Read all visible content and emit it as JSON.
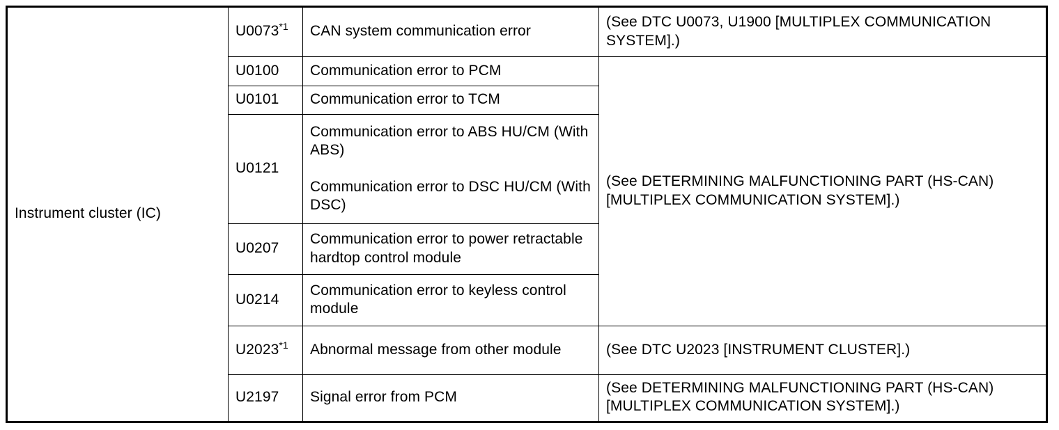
{
  "table": {
    "system_label": "Instrument cluster (IC)",
    "rows": [
      {
        "code": "U0073",
        "code_sup": "*1",
        "description": "CAN system communication error",
        "action": "(See DTC U0073, U1900 [MULTIPLEX COMMUNICATION SYSTEM].)"
      },
      {
        "code": "U0100",
        "code_sup": "",
        "description": "Communication error to PCM",
        "action": ""
      },
      {
        "code": "U0101",
        "code_sup": "",
        "description": "Communication error to TCM",
        "action": ""
      },
      {
        "code": "U0121",
        "code_sup": "",
        "description_line_1": "Communication error to ABS HU/CM (With ABS)",
        "description_line_2": "Communication error to DSC HU/CM (With DSC)",
        "action": ""
      },
      {
        "code": "U0207",
        "code_sup": "",
        "description": "Communication error to power retractable hardtop control module",
        "action": ""
      },
      {
        "code": "U0214",
        "code_sup": "",
        "description": "Communication error to keyless control module",
        "action": ""
      },
      {
        "code": "U2023",
        "code_sup": "*1",
        "description": "Abnormal message from other module",
        "action": "(See DTC U2023 [INSTRUMENT CLUSTER].)"
      },
      {
        "code": "U2197",
        "code_sup": "",
        "description": "Signal error from PCM",
        "action": "(See DETERMINING MALFUNCTIONING PART (HS-CAN) [MULTIPLEX COMMUNICATION SYSTEM].)"
      }
    ],
    "merged_action_hs_can": "(See DETERMINING MALFUNCTIONING PART (HS-CAN) [MULTIPLEX COMMUNICATION SYSTEM].)"
  },
  "colors": {
    "text": "#000000",
    "background": "#ffffff",
    "border": "#000000"
  }
}
